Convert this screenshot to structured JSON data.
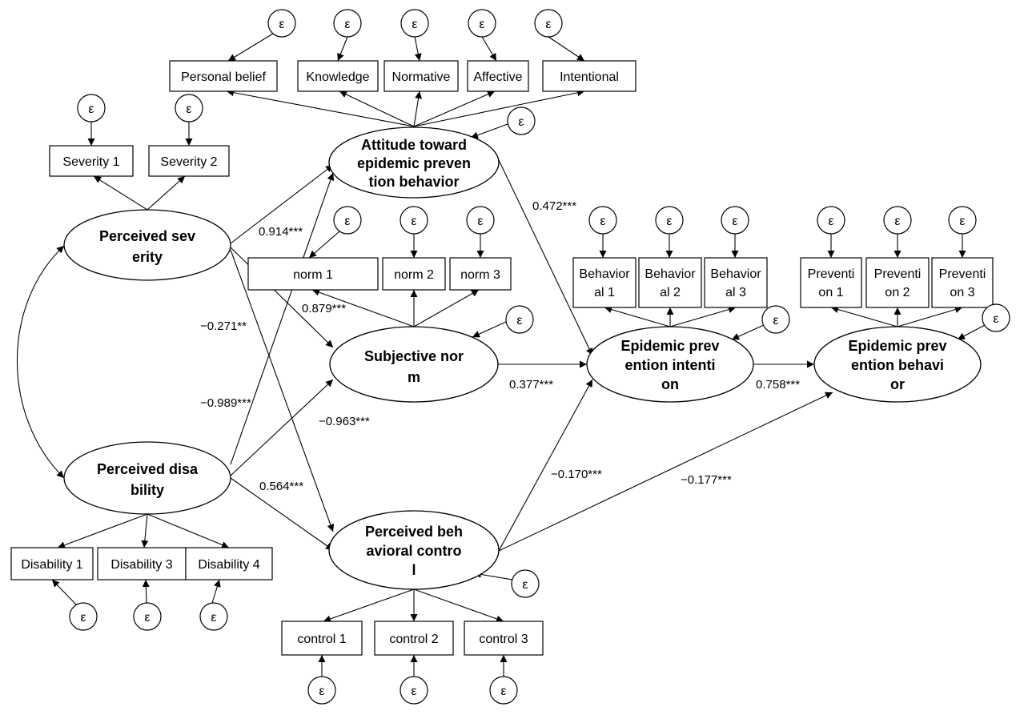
{
  "error_symbol": "ε",
  "indicators": {
    "personal_belief": "Personal belief",
    "knowledge": "Knowledge",
    "normative": "Normative",
    "affective": "Affective",
    "intentional": "Intentional",
    "severity_1": "Severity 1",
    "severity_2": "Severity 2",
    "norm_1": "norm 1",
    "norm_2": "norm 2",
    "norm_3": "norm 3",
    "behavioral_1": [
      "Behavior",
      "al 1"
    ],
    "behavioral_2": [
      "Behavior",
      "al 2"
    ],
    "behavioral_3": [
      "Behavior",
      "al 3"
    ],
    "prevention_1": [
      "Preventi",
      "on 1"
    ],
    "prevention_2": [
      "Preventi",
      "on  2"
    ],
    "prevention_3": [
      "Preventi",
      "on  3"
    ],
    "disability_1": "Disability 1",
    "disability_3": "Disability 3",
    "disability_4": "Disability 4",
    "control_1": "control 1",
    "control_2": "control 2",
    "control_3": "control 3"
  },
  "latents": {
    "attitude": [
      "Attitude toward",
      "epidemic preven",
      "tion behavior"
    ],
    "perceived_severity": [
      "Perceived sev",
      "erity"
    ],
    "subjective_norm": [
      "Subjective nor",
      "m"
    ],
    "intention": [
      "Epidemic prev",
      "ention intenti",
      "on"
    ],
    "behavior": [
      "Epidemic prev",
      "ention behavi",
      "or"
    ],
    "perceived_disability": [
      "Perceived disa",
      "bility"
    ],
    "pbc": [
      "Perceived beh",
      "avioral contro",
      "l"
    ]
  },
  "path_coefficients": {
    "severity_to_attitude": "0.914***",
    "severity_to_norm": "0.879***",
    "severity_to_pbc": "−0.271**",
    "disability_to_attitude": "−0.989***",
    "disability_to_norm": "−0.963***",
    "disability_to_pbc": "0.564***",
    "attitude_to_intention": "0.472***",
    "norm_to_intention": "0.377***",
    "intention_to_behavior": "0.758***",
    "pbc_to_intention": "−0.170***",
    "pbc_to_behavior": "−0.177***"
  }
}
